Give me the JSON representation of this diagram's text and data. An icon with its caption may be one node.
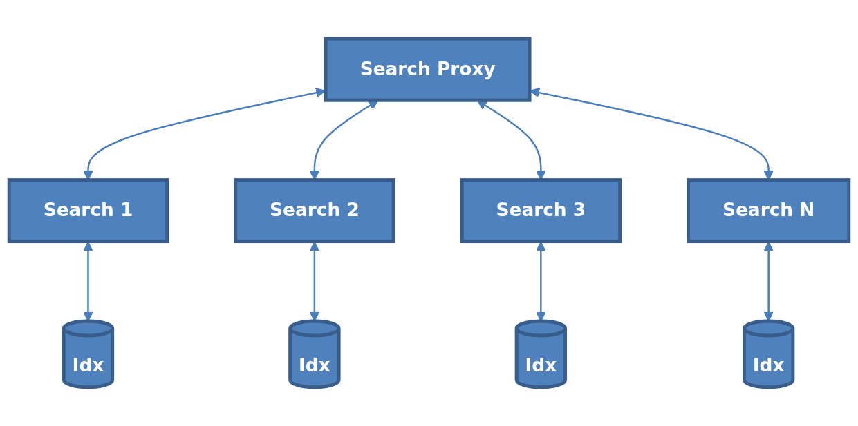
{
  "diagram": {
    "nodes": [
      {
        "text": [
          "Search Proxy"
        ]
      },
      {
        "text": [
          "Search 1"
        ]
      },
      {
        "text": [
          "Search 2"
        ]
      },
      {
        "text": [
          "Search 3"
        ]
      },
      {
        "text": [
          "Search N"
        ]
      },
      {
        "text": [
          "Idx"
        ]
      },
      {
        "text": [
          "Idx"
        ]
      },
      {
        "text": [
          "Idx"
        ]
      },
      {
        "text": [
          "Idx"
        ]
      }
    ],
    "edges": [
      {
        "from": 0,
        "to": 1,
        "arrow": "both"
      },
      {
        "from": 0,
        "to": 2,
        "arrow": "both"
      },
      {
        "from": 0,
        "to": 3,
        "arrow": "both"
      },
      {
        "from": 0,
        "to": 4,
        "arrow": "both"
      },
      {
        "from": 1,
        "to": 5,
        "arrow": "both"
      },
      {
        "from": 2,
        "to": 6,
        "arrow": "both"
      },
      {
        "from": 3,
        "to": 7,
        "arrow": "both"
      },
      {
        "from": 4,
        "to": 8,
        "arrow": "both"
      }
    ]
  }
}
